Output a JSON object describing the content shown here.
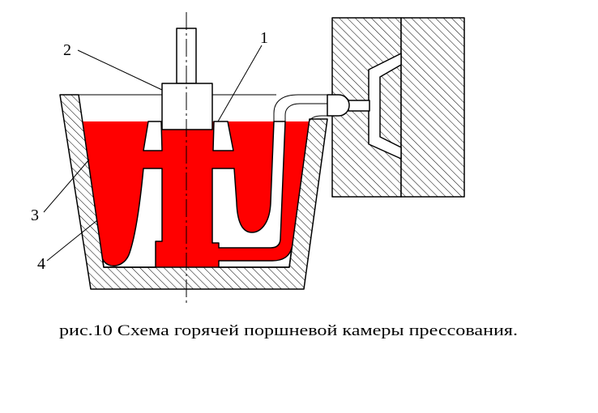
{
  "figure": {
    "callouts": [
      {
        "label": "1"
      },
      {
        "label": "2"
      },
      {
        "label": "3"
      },
      {
        "label": "4"
      }
    ],
    "caption": "рис.10 Схема горячей поршневой камеры прессования."
  },
  "colors": {
    "metal": "#ff0000",
    "line": "#000000"
  }
}
